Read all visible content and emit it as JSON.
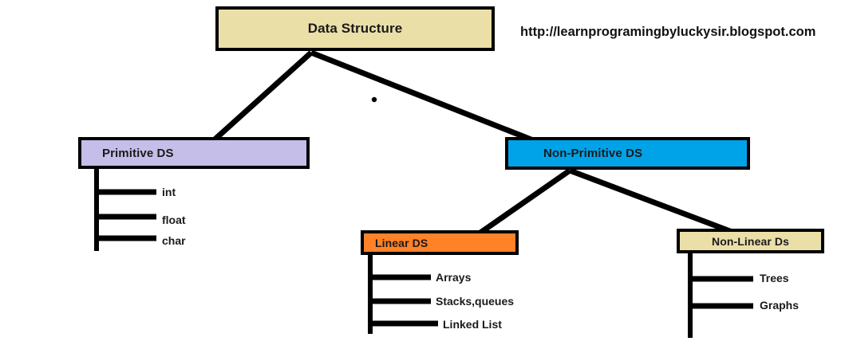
{
  "diagram": {
    "title_text": "Data Structure",
    "watermark": "http://learnprogramingbyluckysir.blogspot.com",
    "colors": {
      "root_fill": "#EBDFA8",
      "primitive_fill": "#C5BEE8",
      "nonprimitive_fill": "#00A2E8",
      "linear_fill": "#FF8128",
      "nonlinear_fill": "#EBDFA8",
      "border": "#000000",
      "text": "#1A1A1A",
      "background": "#FFFFFF"
    },
    "nodes": {
      "root": {
        "label": "Data Structure"
      },
      "primitive": {
        "label": "Primitive DS"
      },
      "nonprimitive": {
        "label": "Non-Primitive DS"
      },
      "linear": {
        "label": "Linear DS"
      },
      "nonlinear": {
        "label": "Non-Linear Ds"
      }
    },
    "primitive_children": [
      {
        "label": "int"
      },
      {
        "label": "float"
      },
      {
        "label": "char"
      }
    ],
    "linear_children": [
      {
        "label": "Arrays"
      },
      {
        "label": "Stacks,queues"
      },
      {
        "label": "Linked List"
      }
    ],
    "nonlinear_children": [
      {
        "label": "Trees"
      },
      {
        "label": "Graphs"
      }
    ],
    "chart_data": {
      "type": "tree",
      "title": "Data Structure",
      "root": "Data Structure",
      "edges": [
        [
          "Data Structure",
          "Primitive DS"
        ],
        [
          "Data Structure",
          "Non-Primitive DS"
        ],
        [
          "Primitive DS",
          "int"
        ],
        [
          "Primitive DS",
          "float"
        ],
        [
          "Primitive DS",
          "char"
        ],
        [
          "Non-Primitive DS",
          "Linear DS"
        ],
        [
          "Non-Primitive DS",
          "Non-Linear Ds"
        ],
        [
          "Linear DS",
          "Arrays"
        ],
        [
          "Linear DS",
          "Stacks,queues"
        ],
        [
          "Linear DS",
          "Linked List"
        ],
        [
          "Non-Linear Ds",
          "Trees"
        ],
        [
          "Non-Linear Ds",
          "Graphs"
        ]
      ]
    }
  }
}
